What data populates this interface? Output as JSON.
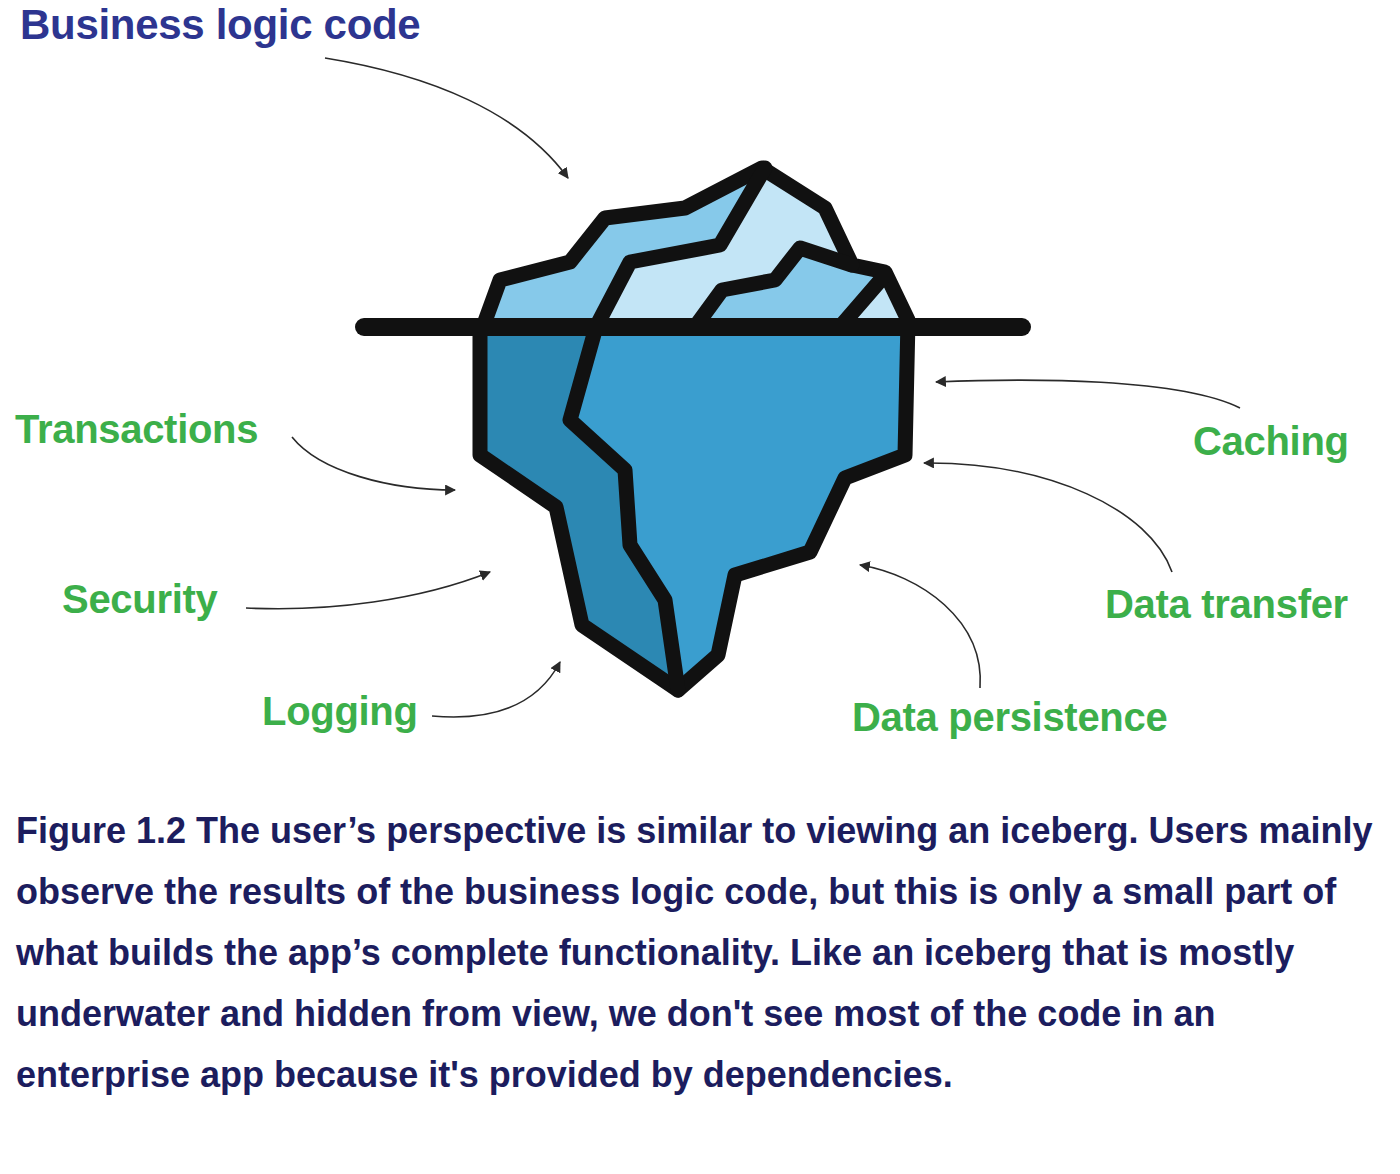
{
  "diagram": {
    "caption": "Figure 1.2 The user’s perspective is similar to viewing an iceberg. Users mainly observe the results of the business logic code, but this is only a small part of what builds the app’s complete functionality. Like an iceberg that is mostly underwater and hidden from view, we don't see most of the code in an enterprise app because it's provided by dependencies.",
    "labels": [
      "Business logic code",
      "Transactions",
      "Security",
      "Logging",
      "Caching",
      "Data transfer",
      "Data persistence"
    ]
  }
}
